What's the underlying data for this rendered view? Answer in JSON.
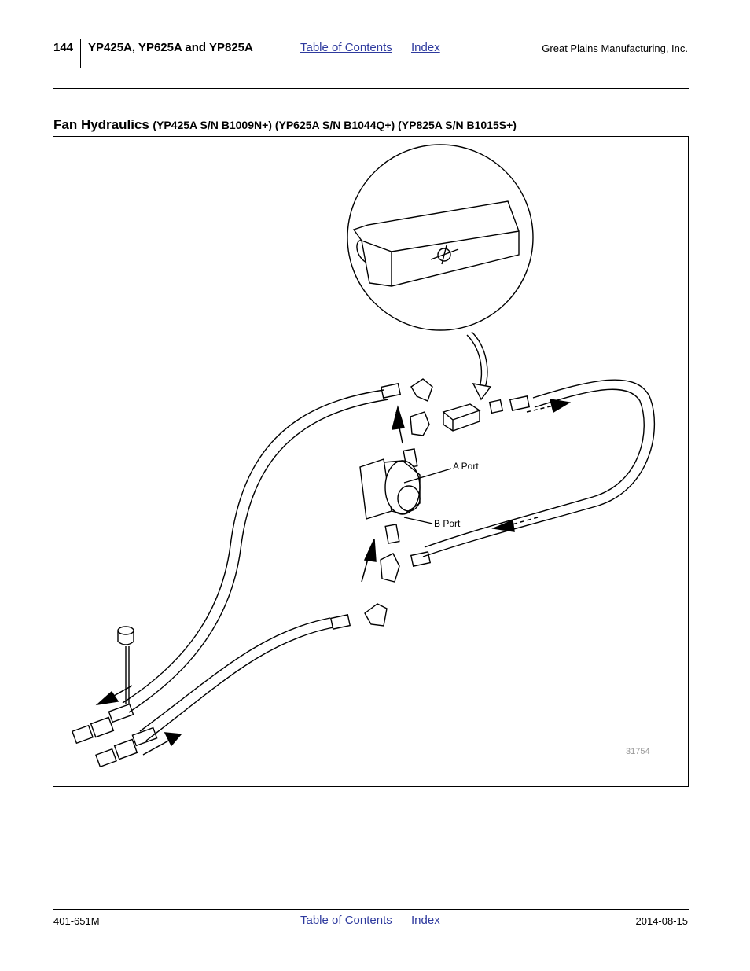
{
  "header": {
    "page_number": "144",
    "title": "YP425A, YP625A and YP825A",
    "toc_link": "Table of Contents",
    "index_link": "Index",
    "company": "Great Plains Manufacturing, Inc."
  },
  "section": {
    "title": "Fan Hydraulics",
    "subtitle": "(YP425A S/N B1009N+) (YP625A S/N B1044Q+) (YP825A S/N B1015S+)"
  },
  "figure": {
    "label_a_port": "A Port",
    "label_b_port": "B Port",
    "figure_number": "31754"
  },
  "footer": {
    "doc_number": "401-651M",
    "toc_link": "Table of Contents",
    "index_link": "Index",
    "date": "2014-08-15"
  },
  "colors": {
    "link": "#2e3a9e",
    "figure_number": "#999999"
  }
}
